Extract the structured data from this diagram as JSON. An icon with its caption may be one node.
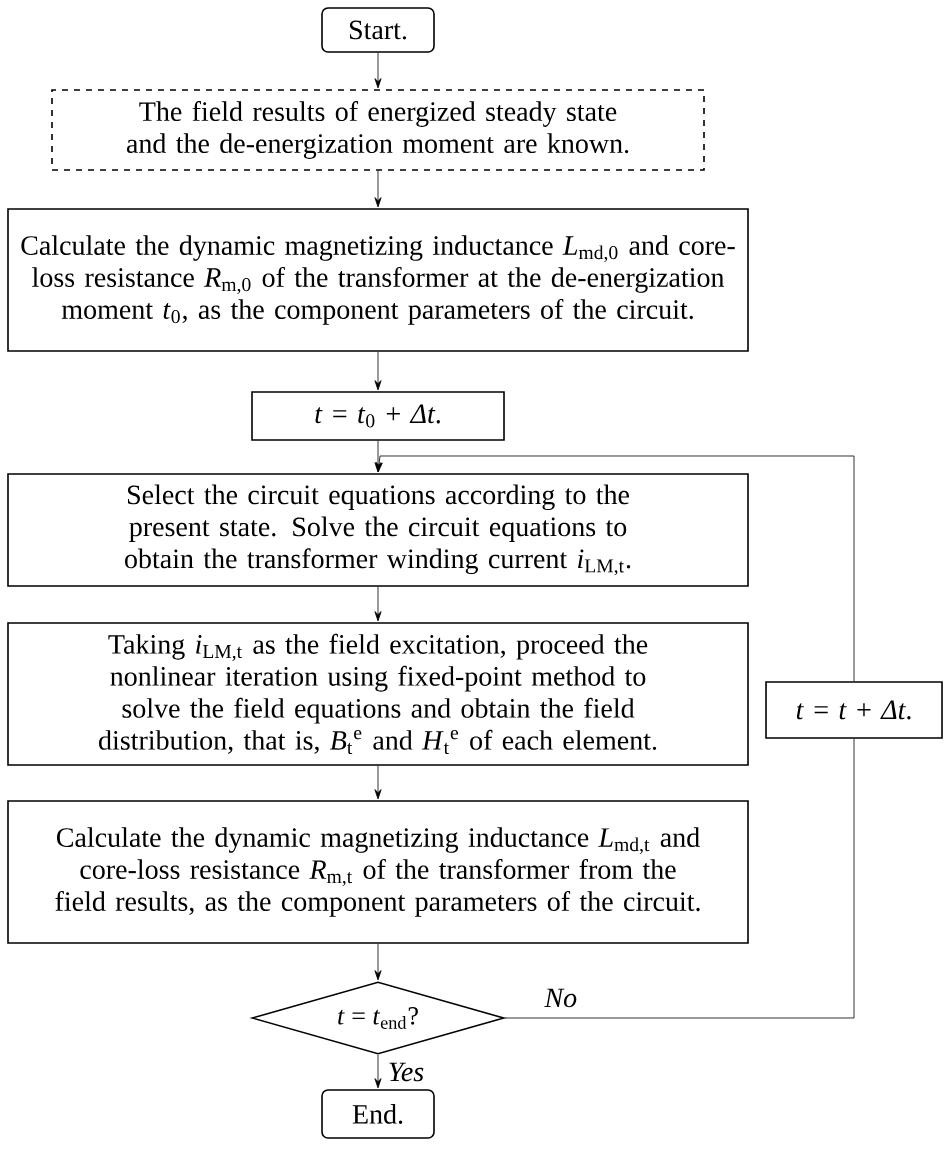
{
  "diagram": {
    "nodes": [
      {
        "text": [
          "Start."
        ]
      },
      {
        "text": [
          "The field results of energized steady state and the de-energization moment are known."
        ]
      },
      {
        "text": [
          "Calculate the dynamic magnetizing inductance *L*$_{md,0}$ and core-loss resistance *R*$_{m,0}$ of the transformer at the de-energization moment *t*$_{0}$, as the component parameters of the circuit."
        ]
      },
      {
        "text": [
          "*t* = *t*$_{0}$ + *Δt*."
        ]
      },
      {
        "text": [
          "Select the circuit equations according to the present state. Solve the circuit equations to obtain the transformer winding current *i*$_{LM,t}$."
        ]
      },
      {
        "text": [
          "Taking *i*$_{LM,t}$ as the field excitation, proceed the nonlinear iteration using fixed-point method to solve the field equations and obtain the field distribution, that is, *B*$_{t}$$^{e}$ and *H*$_{t}$$^{e}$ of each element."
        ]
      },
      {
        "text": [
          "Calculate the dynamic magnetizing inductance *L*$_{md,t}$ and core-loss resistance *R*$_{m,t}$ of the transformer from the field results, as the component parameters of the circuit."
        ]
      },
      {
        "text": [
          "*t* = *t*$_{end}$?"
        ]
      },
      {
        "text": [
          "End."
        ]
      },
      {
        "text": [
          "*t* = *t* + *Δt*."
        ]
      }
    ],
    "edges": [
      {
        "from": 0,
        "to": 1,
        "arrow": "to"
      },
      {
        "from": 1,
        "to": 2,
        "arrow": "to"
      },
      {
        "from": 2,
        "to": 3,
        "arrow": "to"
      },
      {
        "from": 3,
        "to": 4,
        "arrow": "to"
      },
      {
        "from": 4,
        "to": 5,
        "arrow": "to"
      },
      {
        "from": 5,
        "to": 6,
        "arrow": "to"
      },
      {
        "from": 6,
        "to": 7,
        "arrow": "to"
      },
      {
        "from": 7,
        "to": 8,
        "arrow": "to",
        "label": "Yes"
      },
      {
        "from": 7,
        "to": 9,
        "arrow": "none",
        "label": "No"
      },
      {
        "from": 9,
        "to": 4,
        "arrow": "to"
      }
    ]
  }
}
